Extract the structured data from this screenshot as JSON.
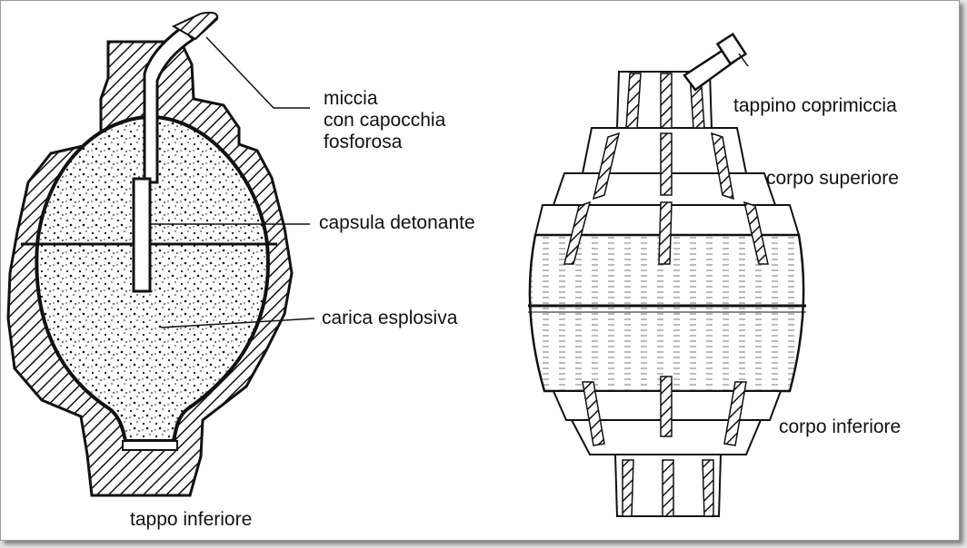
{
  "labels": {
    "miccia": [
      "miccia",
      "con capocchia",
      "fosforosa"
    ],
    "capsula": "capsula detonante",
    "carica": "carica esplosiva",
    "tappo_inferiore": "tappo inferiore",
    "tappino": "tappino coprimiccia",
    "corpo_superiore": "corpo superiore",
    "corpo_inferiore": "corpo inferiore"
  },
  "colors": {
    "ink": "#111111",
    "paper": "#ffffff"
  }
}
